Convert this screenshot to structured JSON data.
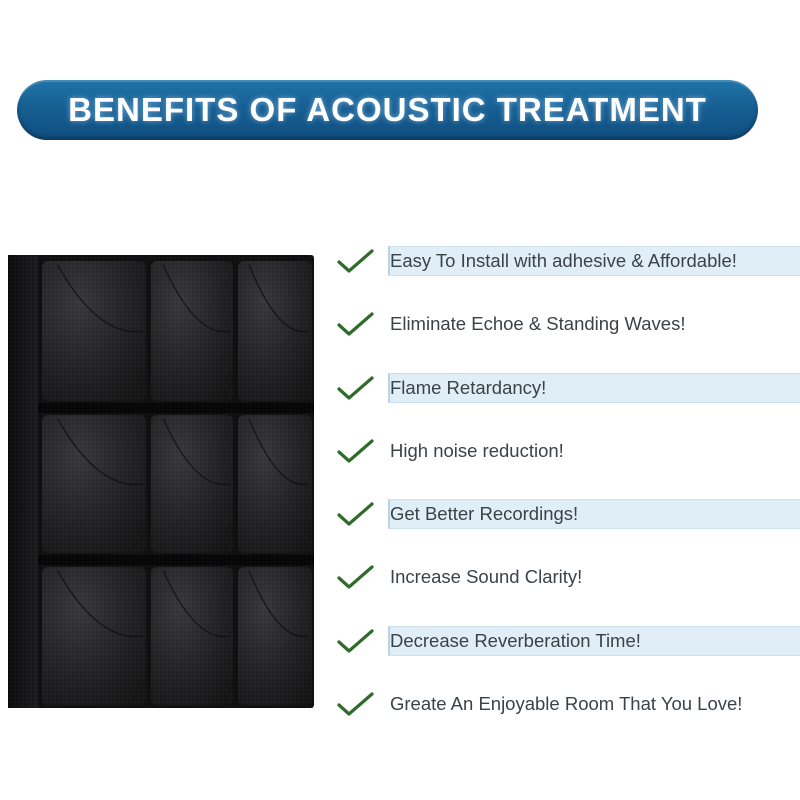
{
  "banner": {
    "title": "BENEFITS OF ACOUSTIC TREATMENT",
    "color": "#17629a"
  },
  "product": {
    "name": "acoustic-foam-panel",
    "color": "#1c1c1e"
  },
  "benefits": [
    {
      "text": "Easy To Install with adhesive & Affordable!",
      "icon": "checkmark-icon"
    },
    {
      "text": "Eliminate Echoe & Standing Waves!",
      "icon": "checkmark-icon"
    },
    {
      "text": "Flame Retardancy!",
      "icon": "checkmark-icon"
    },
    {
      "text": "High noise reduction!",
      "icon": "checkmark-icon"
    },
    {
      "text": "Get Better Recordings!",
      "icon": "checkmark-icon"
    },
    {
      "text": "Increase Sound Clarity!",
      "icon": "checkmark-icon"
    },
    {
      "text": "Decrease Reverberation Time!",
      "icon": "checkmark-icon"
    },
    {
      "text": "Greate An Enjoyable Room That You Love!",
      "icon": "checkmark-icon"
    }
  ],
  "colors": {
    "check": "#2f6b2a",
    "strip": "#e0eef8",
    "text": "#3b4248"
  }
}
